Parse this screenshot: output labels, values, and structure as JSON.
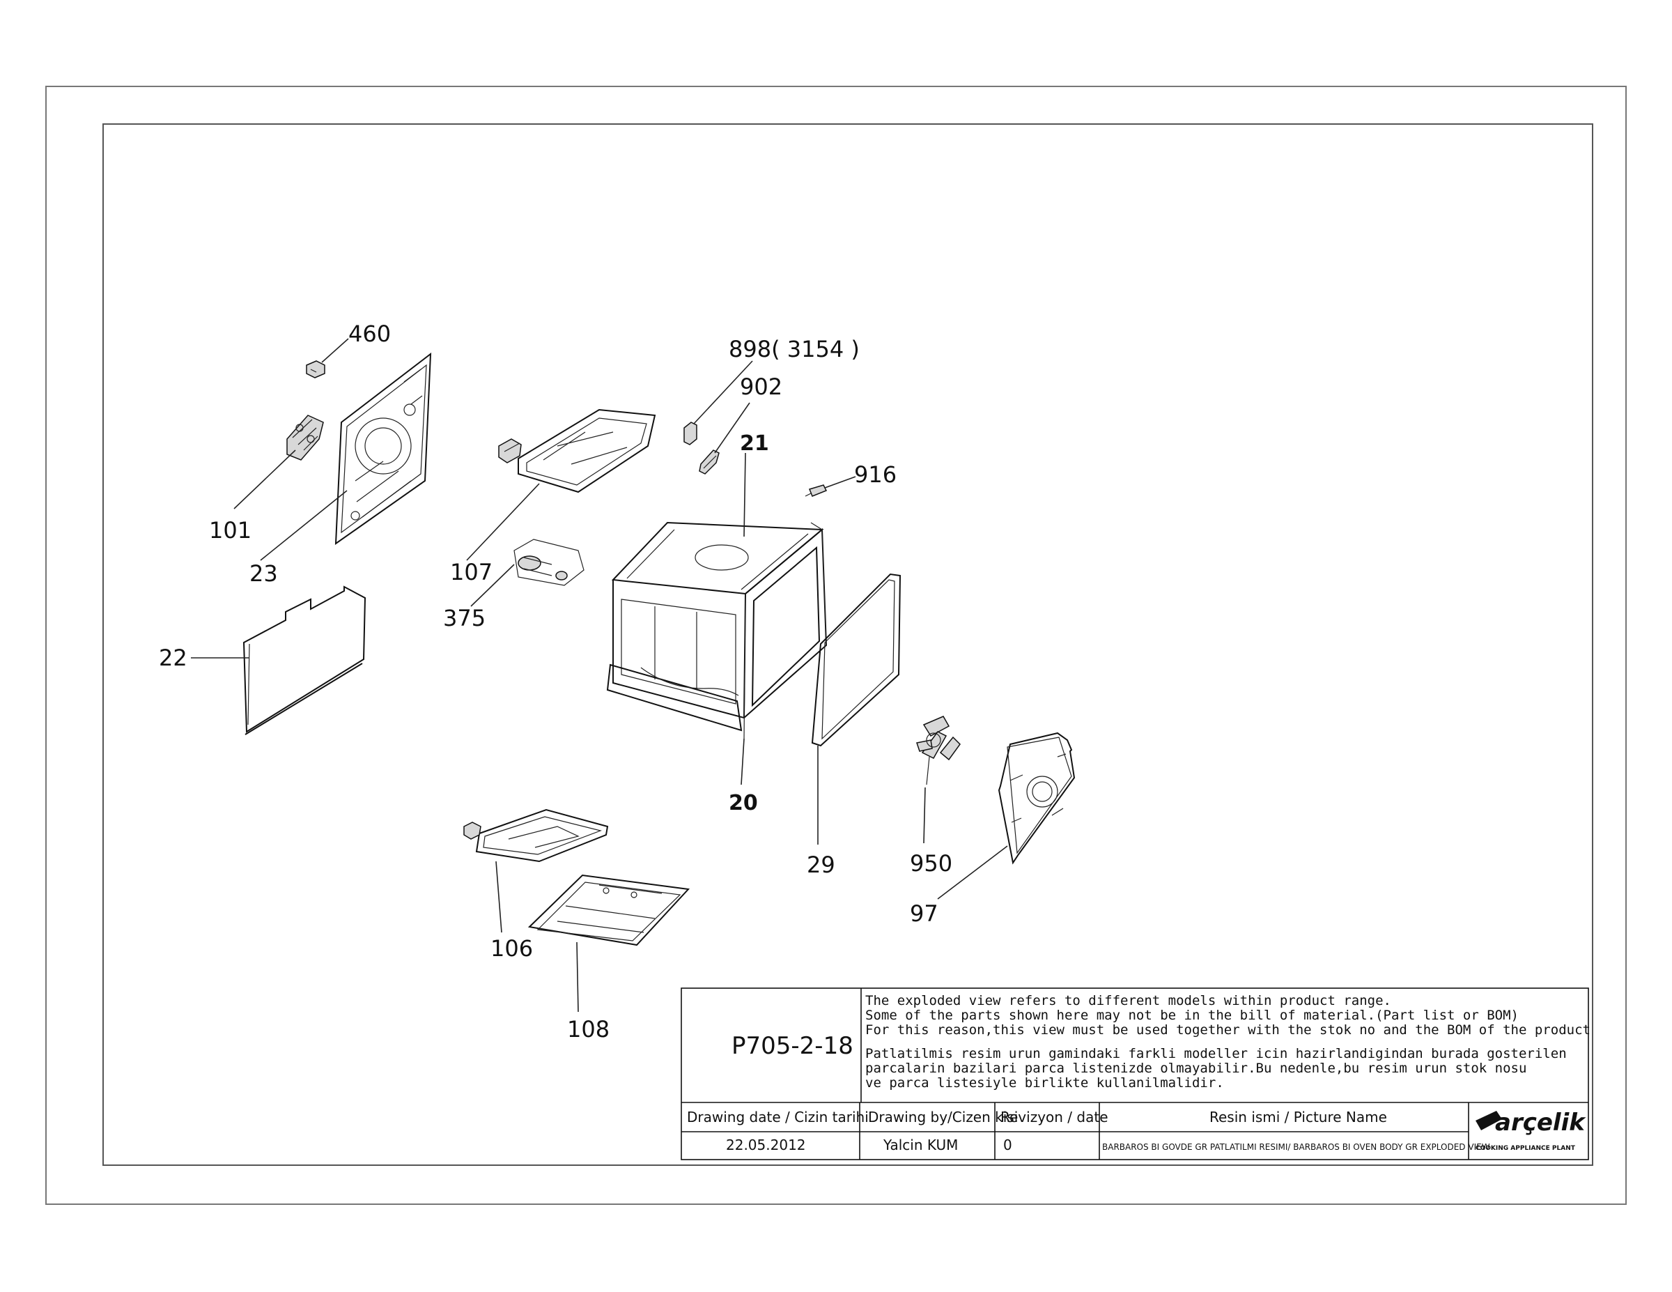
{
  "callouts": {
    "c460": "460",
    "c101": "101",
    "c23": "23",
    "c22": "22",
    "c898": "898( 3154 )",
    "c902": "902",
    "c21": "21",
    "c916": "916",
    "c107": "107",
    "c375": "375",
    "c20": "20",
    "c29": "29",
    "c950": "950",
    "c97": "97",
    "c106": "106",
    "c108": "108"
  },
  "title_block": {
    "drawing_code": "P705-2-18",
    "note_en_1": "The exploded view refers to different models within product range.",
    "note_en_2": "Some of the parts shown here may not be in the bill of material.(Part list or BOM)",
    "note_en_3": "For this reason,this view must be used together with the stok no and the BOM of the product",
    "note_tr_1": "Patlatilmis resim urun gamindaki farkli modeller icin hazirlandigindan burada gosterilen",
    "note_tr_2": "parcalarin bazilari parca listenizde olmayabilir.Bu nedenle,bu resim urun stok nosu",
    "note_tr_3": "ve parca listesiyle birlikte kullanilmalidir.",
    "h_date": "Drawing date / Cizin tarihi",
    "h_by": "Drawing by/Cizen kisi",
    "h_rev": "Revizyon / date",
    "h_name": "Resin ismi / Picture Name",
    "v_date": "22.05.2012",
    "v_by": "Yalcin KUM",
    "v_rev": "0",
    "v_name": "BARBAROS BI GOVDE GR PATLATILMI RESIMI/ BARBAROS BI OVEN BODY GR EXPLODED VIEW",
    "brand_name": "arçelik",
    "brand_sub": "COOKING APPLIANCE PLANT"
  }
}
